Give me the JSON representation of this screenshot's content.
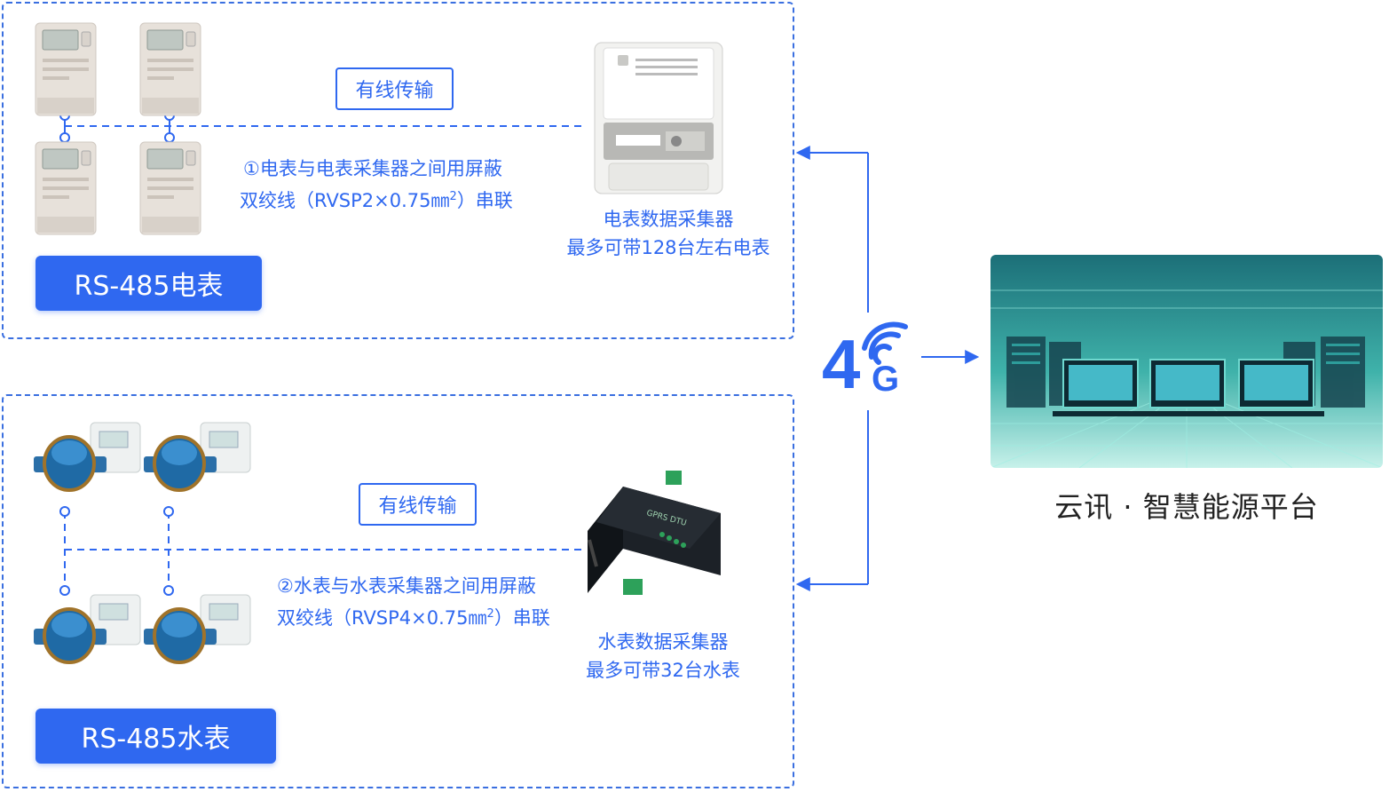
{
  "top_section": {
    "meter_badge": "RS-485电表",
    "transport_label": "有线传输",
    "wiring_note_line1": "①电表与电表采集器之间用屏蔽",
    "wiring_note_line2_pre": "双绞线（RVSP2×0.75㎜",
    "wiring_note_line2_sup": "2",
    "wiring_note_line2_post": "）串联",
    "collector_label_line1": "电表数据采集器",
    "collector_label_line2": "最多可带128台左右电表"
  },
  "bottom_section": {
    "meter_badge": "RS-485水表",
    "transport_label": "有线传输",
    "wiring_note_line1": "②水表与水表采集器之间用屏蔽",
    "wiring_note_line2_pre": "双绞线（RVSP4×0.75㎜",
    "wiring_note_line2_sup": "2",
    "wiring_note_line2_post": "）串联",
    "collector_label_line1": "水表数据采集器",
    "collector_label_line2": "最多可带32台水表",
    "dtu_text": "GPRS DTU"
  },
  "network": {
    "digit": "4",
    "letter": "G"
  },
  "platform": {
    "title": "云讯 · 智慧能源平台"
  },
  "colors": {
    "accent": "#2f68f0",
    "dashed_border": "#3a6fe0",
    "platform_teal": "#2fa9a0"
  }
}
